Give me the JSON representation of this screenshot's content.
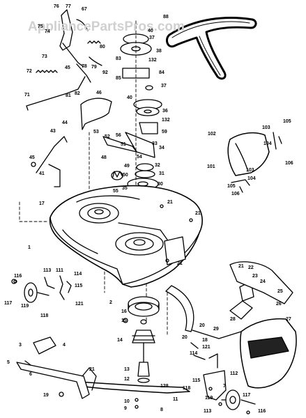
{
  "watermark": "AppliancePartsPros.com",
  "labels": [
    "76",
    "77",
    "67",
    "75",
    "74",
    "73",
    "80",
    "79",
    "92",
    "72",
    "45",
    "78",
    "81",
    "82",
    "71",
    "44",
    "46",
    "43",
    "45",
    "41",
    "88",
    "40",
    "37",
    "38",
    "83",
    "132",
    "84",
    "85",
    "37",
    "40",
    "36",
    "132",
    "59",
    "53",
    "52",
    "56",
    "51",
    "48",
    "49",
    "50",
    "33",
    "34",
    "54",
    "32",
    "31",
    "30",
    "35",
    "55",
    "102",
    "101",
    "103",
    "105",
    "104",
    "106",
    "103",
    "105",
    "104",
    "106",
    "17",
    "21",
    "21",
    "21",
    "1",
    "116",
    "113",
    "111",
    "114",
    "115",
    "121",
    "117",
    "119",
    "118",
    "2",
    "16",
    "15",
    "14",
    "20",
    "18",
    "20",
    "29",
    "28",
    "25",
    "26",
    "27",
    "21",
    "22",
    "23",
    "24",
    "3",
    "4",
    "5",
    "6",
    "21",
    "19",
    "13",
    "12",
    "128",
    "10",
    "9",
    "8",
    "11",
    "114",
    "121",
    "112",
    "118",
    "115",
    "119",
    "117",
    "7",
    "113",
    "116"
  ]
}
